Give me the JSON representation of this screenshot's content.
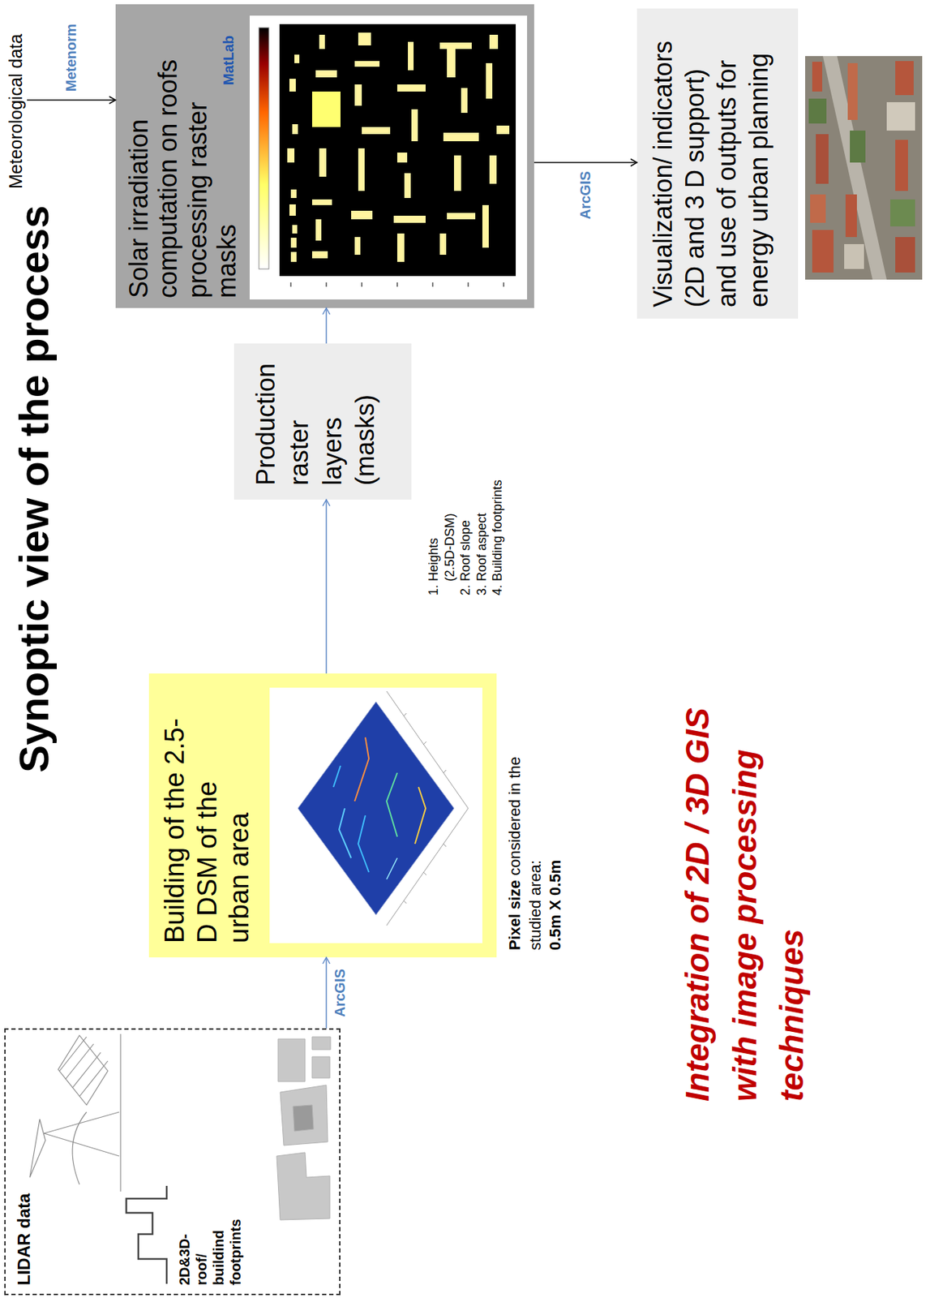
{
  "diagram": {
    "title": "Synoptic view of the process",
    "nodes": [
      {
        "text": [
          "LIDAR data",
          "2D&3D- roof/ buildind footprints"
        ]
      },
      {
        "text": [
          "Building of the 2.5-D DSM of the urban area"
        ]
      },
      {
        "text": [
          "Production raster layers (masks)"
        ]
      },
      {
        "text": [
          "Meteorological data"
        ]
      },
      {
        "text": [
          "Solar irradiation computation on roofs processing raster masks",
          "MatLab"
        ]
      },
      {
        "text": [
          "Visualization/ indicators (2D and 3 D support) and use of outputs for energy urban planning"
        ]
      }
    ],
    "edges": [
      {
        "from": 0,
        "to": 1,
        "label": "ArcGIS",
        "arrow": "to"
      },
      {
        "from": 1,
        "to": 2,
        "arrow": "to"
      },
      {
        "from": 2,
        "to": 4,
        "arrow": "to"
      },
      {
        "from": 3,
        "to": 4,
        "label": "Metenorm",
        "arrow": "to"
      },
      {
        "from": 4,
        "to": 5,
        "label": "ArcGIS",
        "arrow": "to"
      }
    ],
    "labels": [
      "Pixel size",
      "considered in the studied area:",
      "0.5m X 0.5m",
      "1. Heights (2.5D-DSM)",
      "2. Roof slope",
      "3. Roof aspect",
      "4. Building footprints",
      "Integration of 2D / 3D GIS with image processing techniques"
    ]
  }
}
